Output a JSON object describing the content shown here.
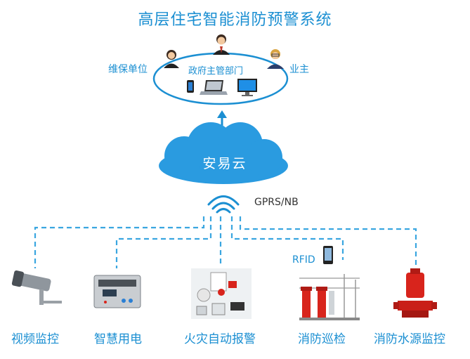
{
  "title": "高层住宅智能消防预警系统",
  "users": {
    "left": "维保单位",
    "center": "政府主管部门",
    "right": "业主"
  },
  "cloud": "安易云",
  "network": "GPRS/NB",
  "rfid": "RFID",
  "devices": [
    {
      "label": "视频监控",
      "icon": "camera-icon"
    },
    {
      "label": "智慧用电",
      "icon": "electric-meter-icon"
    },
    {
      "label": "火灾自动报警",
      "icon": "fire-alarm-icon"
    },
    {
      "label": "消防巡检",
      "icon": "fire-pump-station-icon"
    },
    {
      "label": "消防水源监控",
      "icon": "water-pump-icon"
    }
  ],
  "colors": {
    "accent": "#1b8fd2",
    "cloud": "#2a9be0",
    "line": "#3aa6e0",
    "pump": "#d8241c"
  }
}
